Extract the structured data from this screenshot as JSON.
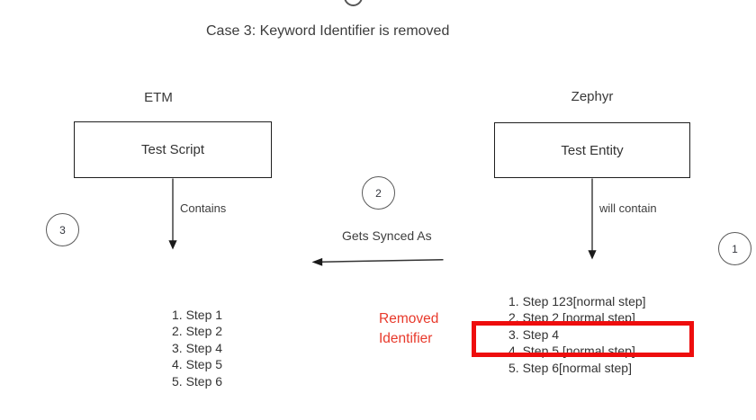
{
  "page": {
    "title": "Case 3: Keyword Identifier is removed"
  },
  "colors": {
    "diagram_text": "#333333",
    "line": "#4d4d4d",
    "box_border": "#1f1f1f",
    "highlight_red": "#ee0d0d",
    "annotation_red": "#e8392b"
  },
  "etm": {
    "section_label": "ETM",
    "box_label": "Test Script",
    "arrow_label": "Contains",
    "badge": "3",
    "steps": [
      "1. Step 1",
      "2. Step 2",
      "3. Step 4",
      "4. Step 5",
      "5. Step 6"
    ]
  },
  "sync": {
    "badge": "2",
    "arrow_label": "Gets Synced As"
  },
  "zephyr": {
    "section_label": "Zephyr",
    "box_label": "Test Entity",
    "arrow_label": "will contain",
    "badge": "1",
    "steps": [
      "1. Step 123[normal step]",
      "2. Step 2 [normal step]",
      "3. Step 4",
      "4. Step 5 [normal step]",
      "5. Step 6[normal step]"
    ]
  },
  "annotation": {
    "line1": "Removed",
    "line2": "Identifier"
  }
}
